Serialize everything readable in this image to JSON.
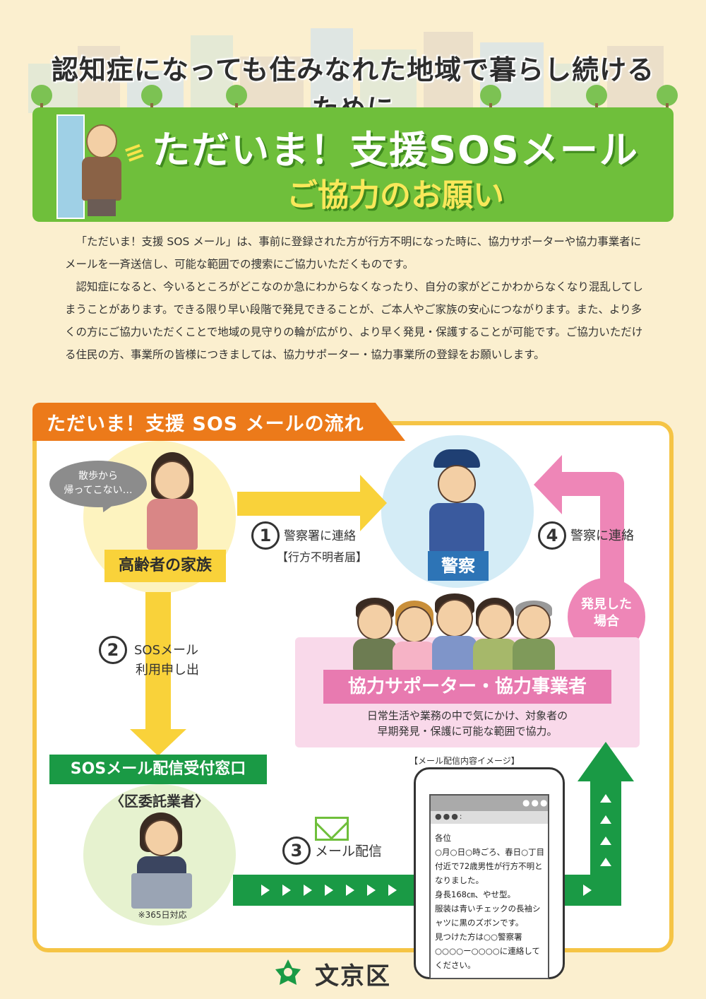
{
  "header": {
    "subtitle": "認知症になっても住みなれた地域で暮らし続けるために",
    "title": "ただいま！支援SOSメール",
    "sub_title": "ご協力のお願い"
  },
  "intro": {
    "p1": "「ただいま！支援 SOS メール」は、事前に登録された方が行方不明になった時に、協力サポーターや協力事業者にメールを一斉送信し、可能な範囲での捜索にご協力いただくものです。",
    "p2": "認知症になると、今いるところがどこなのか急にわからなくなったり、自分の家がどこかわからなくなり混乱してしまうことがあります。できる限り早い段階で発見できることが、ご本人やご家族の安心につながります。また、より多くの方にご協力いただくことで地域の見守りの輪が広がり、より早く発見・保護することが可能です。ご協力いただける住民の方、事業所の皆様につきましては、協力サポーター・協力事業所の登録をお願いします。"
  },
  "flow": {
    "tab_label": "ただいま！支援 SOS メールの流れ",
    "family_bubble": "散歩から\n帰ってこない…",
    "family_label": "高齢者の家族",
    "police_label": "警察",
    "step1_num": "1",
    "step1_text": "警察署に連絡",
    "step1_sub": "【行方不明者届】",
    "step2_num": "2",
    "step2_text": "SOSメール",
    "step2_sub": "利用申し出",
    "step3_num": "3",
    "step3_text": "メール配信",
    "step4_num": "4",
    "step4_text": "警察に連絡",
    "found_text": "発見した\n場合",
    "supporter_label": "協力サポーター・協力事業者",
    "supporter_desc": "日常生活や業務の中で気にかけ、対象者の\n早期発見・保護に可能な範囲で協力。",
    "window_label": "SOSメール配信受付窓口",
    "window_sub": "〈区委託業者〉",
    "note_365": "※365日対応",
    "phone_caption": "【メール配信内容イメージ】",
    "phone_dots_top": "●●●",
    "phone_dots_bar": "●●●:",
    "phone_message": "各位\n○月○日○時ごろ、春日○丁目付近で72歳男性が行方不明となりました。\n身長168㎝、やせ型。\n服装は青いチェックの長袖シャツに黒のズボンです。\n見つけた方は○○警察署○○○○ー○○○○に連絡してください。"
  },
  "footer": {
    "name": "文京区"
  },
  "colors": {
    "banner_green": "#6fbf3b",
    "flow_orange": "#ec7a1a",
    "arrow_yellow": "#f9d23a",
    "pink": "#ee86b7",
    "dark_green": "#1a9a45",
    "police_blue": "#2d74b6"
  }
}
